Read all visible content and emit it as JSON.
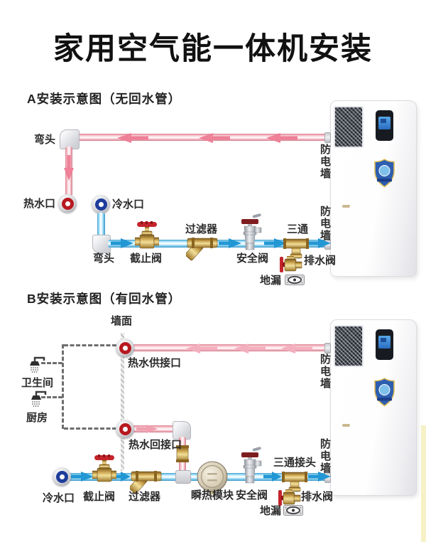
{
  "title": "家用空气能一体机安装",
  "colors": {
    "hot_pipe": "#f3b7c1",
    "hot_arrow": "#ee8097",
    "hot_arrow_light": "#f4afbe",
    "cold_pipe": "#7ccdf2",
    "cold_arrow": "#2297d4",
    "brass": "#c9a24e",
    "port_hot_ring": "#b7191f",
    "port_cold_ring": "#1e3c9c",
    "side_strip": "#f6f1c6"
  },
  "diagram_a": {
    "heading": "A安装示意图（无回水管）",
    "labels": {
      "elbow_top": "弯头",
      "hot_water_port": "热水口",
      "cold_water_port": "冷水口",
      "elbow_bottom": "弯头",
      "stop_valve": "截止阀",
      "filter": "过滤器",
      "safety_valve": "安全阀",
      "tee": "三通",
      "drain_valve": "排水阀",
      "floor_drain": "地漏",
      "anti_electric_wall": "防电墙"
    }
  },
  "diagram_b": {
    "heading": "B安装示意图（有回水管）",
    "labels": {
      "wall_surface": "墙面",
      "hot_supply_port": "热水供接口",
      "bathroom": "卫生间",
      "kitchen": "厨房",
      "hot_return_port": "热水回接口",
      "cold_water_port": "冷水口",
      "stop_valve": "截止阀",
      "filter": "过滤器",
      "instant_heat_module": "瞬热模块",
      "safety_valve": "安全阀",
      "tee_joint": "三通接头",
      "drain_valve": "排水阀",
      "floor_drain": "地漏",
      "anti_electric_wall": "防电墙"
    }
  }
}
